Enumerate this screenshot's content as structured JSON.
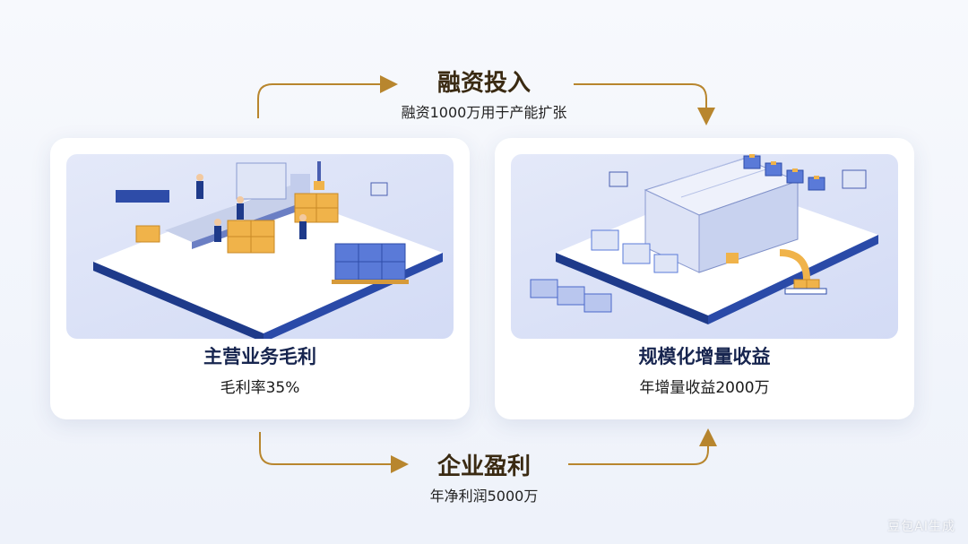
{
  "top_flow": {
    "title": "融资投入",
    "subtitle": "融资1000万用于产能扩张"
  },
  "bottom_flow": {
    "title": "企业盈利",
    "subtitle": "年净利润5000万"
  },
  "left_card": {
    "title": "主营业务毛利",
    "subtitle": "毛利率35%"
  },
  "right_card": {
    "title": "规模化增量收益",
    "subtitle": "年增量收益2000万"
  },
  "watermark": "豆包AI生成",
  "colors": {
    "arrow": "#b8862e",
    "navy": "#1e3a8a",
    "blue": "#3b5bd6",
    "box": "#f0b34a"
  },
  "icons": [
    "factory-line-illustration",
    "warehouse-illustration"
  ]
}
